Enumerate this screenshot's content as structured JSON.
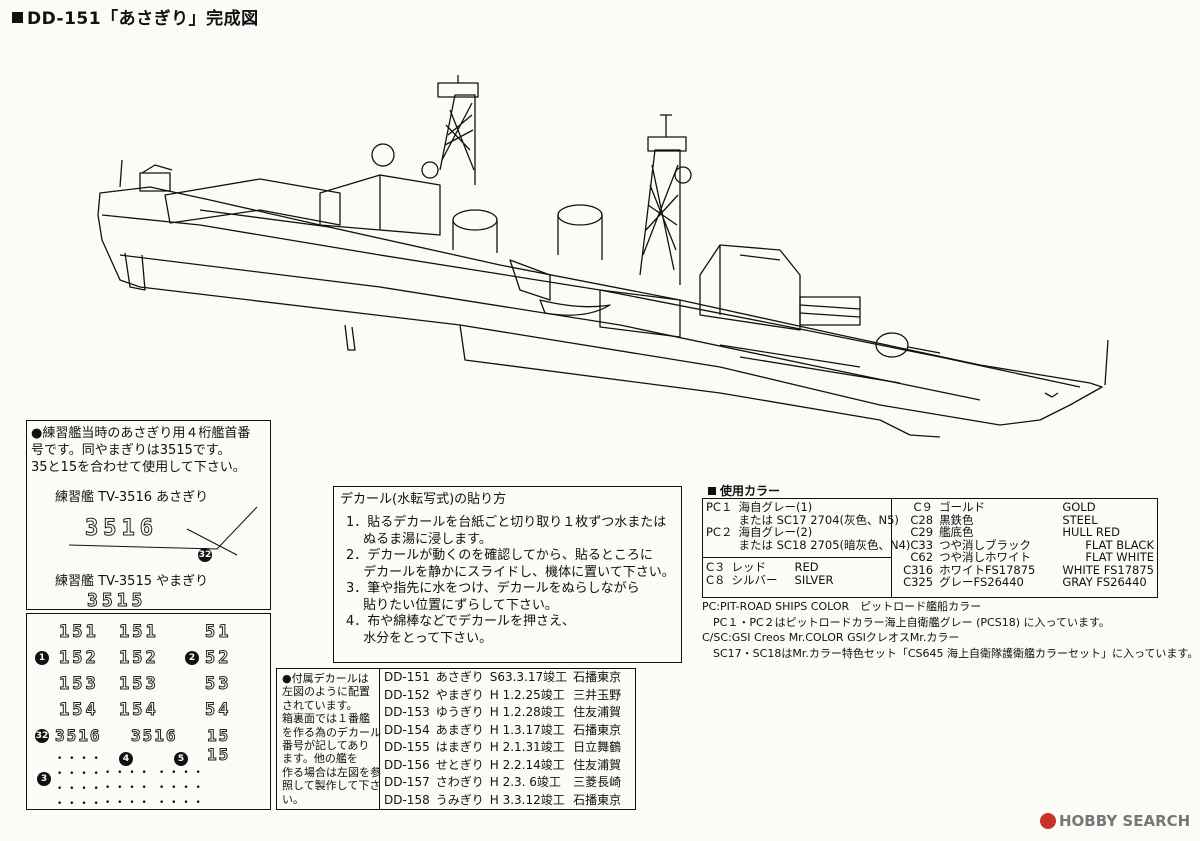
{
  "title": "DD-151「あさぎり」完成図",
  "training_note": {
    "text_line1": "●練習艦当時のあさぎり用４桁艦首番",
    "text_line2": "号です。同やまぎりは3515です。",
    "text_line3": "35と15を合わせて使用して下さい。",
    "label_a": "練習艦 TV-3516 あさぎり",
    "number_a": "3516",
    "label_b": "練習艦 TV-3515 やまぎり",
    "number_b": "3515",
    "marker": "32"
  },
  "decal_instructions": {
    "heading": "デカール(水転写式)の貼り方",
    "steps": [
      "1．貼るデカールを台紙ごと切り取り１枚ずつ水または",
      "　 ぬるま湯に浸します。",
      "2．デカールが動くのを確認してから、貼るところに",
      "　 デカールを静かにスライドし、機体に置いて下さい。",
      "3．筆や指先に水をつけ、デカールをぬらしながら",
      "　 貼りたい位置にずらして下さい。",
      "4．布や綿棒などでデカールを押さえ、",
      "　 水分をとって下さい。"
    ]
  },
  "paint_colors": {
    "heading": "使用カラー",
    "left_rows": [
      {
        "code": "PC１",
        "name": "海自グレー(1)"
      },
      {
        "code": "",
        "name": "または SC17 2704(灰色、N5)"
      },
      {
        "code": "PC２",
        "name": "海自グレー(2)"
      },
      {
        "code": "",
        "name": "または SC18 2705(暗灰色、N4)"
      }
    ],
    "left_rows2": [
      {
        "code": "C３",
        "name": "レッド",
        "en": "RED"
      },
      {
        "code": "C８",
        "name": "シルバー",
        "en": "SILVER"
      }
    ],
    "right_rows": [
      {
        "code": "C９",
        "name": "ゴールド",
        "en": "GOLD"
      },
      {
        "code": "C28",
        "name": "黒鉄色",
        "en": "STEEL"
      },
      {
        "code": "C29",
        "name": "艦底色",
        "en": "HULL RED"
      },
      {
        "code": "C33",
        "name": "つや消しブラック",
        "en": "FLAT BLACK"
      },
      {
        "code": "C62",
        "name": "つや消しホワイト",
        "en": "FLAT WHITE"
      },
      {
        "code": "C316",
        "name": "ホワイトFS17875",
        "en": "WHITE FS17875"
      },
      {
        "code": "C325",
        "name": "グレーFS26440",
        "en": "GRAY FS26440"
      }
    ],
    "notes": [
      "PC:PIT-ROAD SHIPS COLOR　ピットロード艦船カラー",
      "　PC１・PC２はピットロードカラー海上自衛艦グレー (PCS18) に入っています。",
      "C/SC:GSI Creos Mr.COLOR GSIクレオスMr.カラー",
      "　SC17・SC18はMr.カラー特色セット「CS645 海上自衛隊護衛艦カラーセット」に入っています。"
    ]
  },
  "decal_sheet": {
    "rows": [
      {
        "marker": "",
        "items": [
          "151",
          "151"
        ],
        "right": "51",
        "right_marker": ""
      },
      {
        "marker": "1",
        "items": [
          "152",
          "152"
        ],
        "right": "52",
        "right_marker": "2"
      },
      {
        "marker": "",
        "items": [
          "153",
          "153"
        ],
        "right": "53",
        "right_marker": ""
      },
      {
        "marker": "",
        "items": [
          "154",
          "154"
        ],
        "right": "54",
        "right_marker": ""
      },
      {
        "marker": "32",
        "items": [
          "3516",
          "3516"
        ],
        "right": "15 15",
        "right_marker": ""
      }
    ],
    "markers_small": [
      "3",
      "4",
      "5"
    ]
  },
  "accessory_note": {
    "lines": [
      "●付属デカールは",
      "左図のように配置",
      "されています。",
      "箱裏面では１番艦",
      "を作る為のデカール",
      "番号が記してあり",
      "ます。他の艦を",
      "作る場合は左図を参",
      "照して製作して下さ",
      "い。"
    ]
  },
  "ships": [
    {
      "hull": "DD-151",
      "name": "あさぎり",
      "date": "S63.3.17竣工",
      "yard": "石播東京"
    },
    {
      "hull": "DD-152",
      "name": "やまぎり",
      "date": "H 1.2.25竣工",
      "yard": "三井玉野"
    },
    {
      "hull": "DD-153",
      "name": "ゆうぎり",
      "date": "H 1.2.28竣工",
      "yard": "住友浦賀"
    },
    {
      "hull": "DD-154",
      "name": "あまぎり",
      "date": "H 1.3.17竣工",
      "yard": "石播東京"
    },
    {
      "hull": "DD-155",
      "name": "はまぎり",
      "date": "H 2.1.31竣工",
      "yard": "日立舞鶴"
    },
    {
      "hull": "DD-156",
      "name": "せとぎり",
      "date": "H 2.2.14竣工",
      "yard": "住友浦賀"
    },
    {
      "hull": "DD-157",
      "name": "さわぎり",
      "date": "H 2.3. 6竣工",
      "yard": "三菱長崎"
    },
    {
      "hull": "DD-158",
      "name": "うみぎり",
      "date": "H 3.3.12竣工",
      "yard": "石播東京"
    }
  ],
  "watermark": "HOBBY SEARCH"
}
